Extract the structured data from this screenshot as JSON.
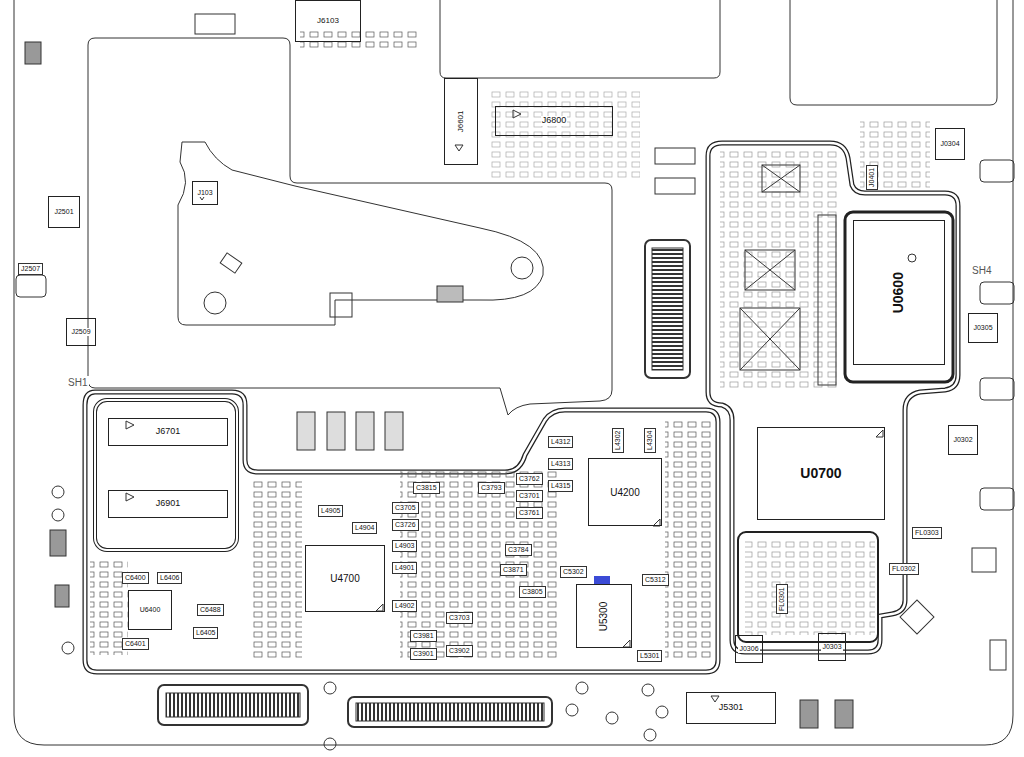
{
  "diagram": {
    "nodes": [
      {
        "text": [
          "J6103"
        ]
      },
      {
        "text": [
          "J6601"
        ]
      },
      {
        "text": [
          "J6800"
        ]
      },
      {
        "text": [
          "J103"
        ]
      },
      {
        "text": [
          "J2501"
        ]
      },
      {
        "text": [
          "J2509"
        ]
      },
      {
        "text": [
          "J6701"
        ]
      },
      {
        "text": [
          "J6901"
        ]
      },
      {
        "text": [
          "U4700"
        ]
      },
      {
        "text": [
          "U4200"
        ]
      },
      {
        "text": [
          "U5300"
        ]
      },
      {
        "text": [
          "U0600"
        ]
      },
      {
        "text": [
          "U0700"
        ]
      },
      {
        "text": [
          "J0304"
        ]
      },
      {
        "text": [
          "J0305"
        ]
      },
      {
        "text": [
          "J0302"
        ]
      },
      {
        "text": [
          "J5301"
        ]
      },
      {
        "text": [
          "J0306"
        ]
      },
      {
        "text": [
          "J0303"
        ]
      },
      {
        "text": [
          "U6400"
        ]
      }
    ],
    "labels": [
      "SH1",
      "SH4",
      "FL0303",
      "FL0302",
      "FL0301",
      "C6400",
      "L6406",
      "C6401",
      "L6405",
      "C6488",
      "L4312",
      "L4313",
      "L4315",
      "L4302",
      "L4304",
      "C5302",
      "C5312",
      "L5301",
      "C3815",
      "C3793",
      "C3762",
      "C3701",
      "C3761",
      "C3726",
      "C3705",
      "C3784",
      "C3871",
      "C3805",
      "C3703",
      "C3981",
      "C3901",
      "C3902",
      "L4905",
      "L4904",
      "L4903",
      "L4901",
      "L4902",
      "J2507",
      "J0401"
    ]
  }
}
